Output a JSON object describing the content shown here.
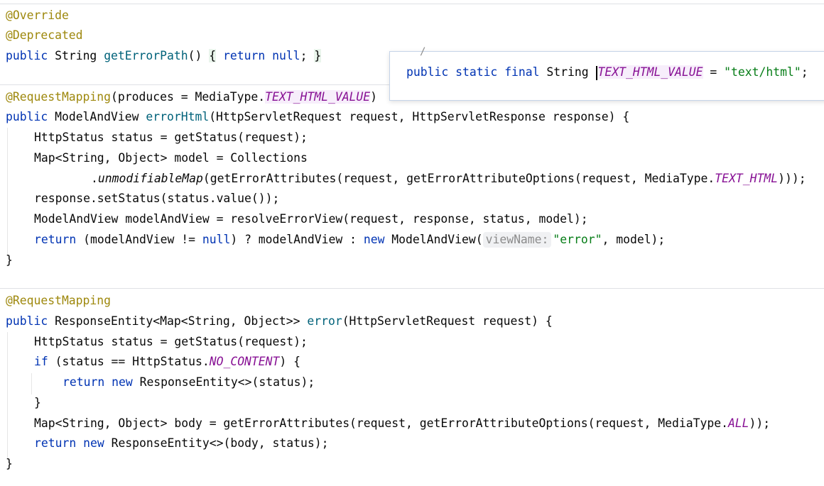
{
  "code": {
    "l1": "@Override",
    "l2": "@Deprecated",
    "l3": {
      "kw_public": "public",
      "type": "String",
      "name": "getErrorPath",
      "parens": "()",
      "open": "{",
      "kw_return": "return",
      "null": "null",
      "semi": ";",
      "close": "}"
    },
    "l4": {
      "ann": "@RequestMapping",
      "a": "(produces = MediaType.",
      "const": "TEXT_HTML_VALUE",
      "b": ")"
    },
    "l5": {
      "kw": "public",
      "a": " ModelAndView ",
      "fn": "errorHtml",
      "b": "(HttpServletRequest request, HttpServletResponse response) {"
    },
    "l6": "HttpStatus status = getStatus(request);",
    "l7": "Map<String, Object> model = Collections",
    "l8": {
      "dot": ".",
      "method": "unmodifiableMap",
      "a": "(getErrorAttributes(request, getErrorAttributeOptions(request, MediaType.",
      "const": "TEXT_HTML",
      "b": ")));"
    },
    "l9": "response.setStatus(status.value());",
    "l10": "ModelAndView modelAndView = resolveErrorView(request, response, status, model);",
    "l11": {
      "kw_return": "return",
      "a": " (modelAndView != ",
      "null": "null",
      "b": ") ? modelAndView : ",
      "kw_new": "new",
      "c": " ModelAndView(",
      "hint": "viewName:",
      "str": "\"error\"",
      "d": ", model);"
    },
    "l12": "}",
    "l13": "@RequestMapping",
    "l14": {
      "kw": "public",
      "a": " ResponseEntity<Map<String, Object>> ",
      "fn": "error",
      "b": "(HttpServletRequest request) {"
    },
    "l15": "HttpStatus status = getStatus(request);",
    "l16": {
      "kw_if": "if",
      "a": " (status == HttpStatus.",
      "const": "NO_CONTENT",
      "b": ") {"
    },
    "l17": {
      "kw_return": "return",
      "kw_new": "new",
      "a": " ResponseEntity<>(status);"
    },
    "l18": "}",
    "l19": {
      "a": "Map<String, Object> body = getErrorAttributes(request, getErrorAttributeOptions(request, MediaType.",
      "const": "ALL",
      "b": "));"
    },
    "l20": {
      "kw_return": "return",
      "kw_new": "new",
      "a": " ResponseEntity<>(body, status);"
    },
    "l21": "}"
  },
  "popup": {
    "fragment": "/",
    "kw_public": "public",
    "kw_static": "static",
    "kw_final": "final",
    "type": "String",
    "const": "TEXT_HTML_VALUE",
    "eq": "=",
    "str": "\"text/html\"",
    "semi": ";"
  }
}
